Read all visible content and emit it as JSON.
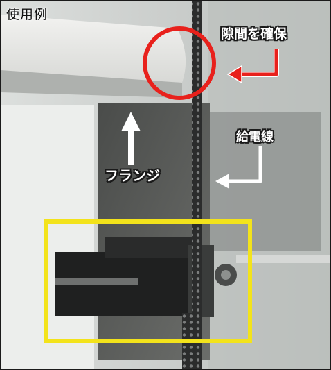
{
  "caption": "使用例",
  "annotations": {
    "gap_label": "隙間を確保",
    "wire_label": "給電線",
    "flange_label": "フランジ"
  },
  "colors": {
    "highlight_circle": "#e8211c",
    "gap_arrow": "#e8211c",
    "bracket_box": "#f3e31b",
    "white_arrows": "#ffffff"
  }
}
